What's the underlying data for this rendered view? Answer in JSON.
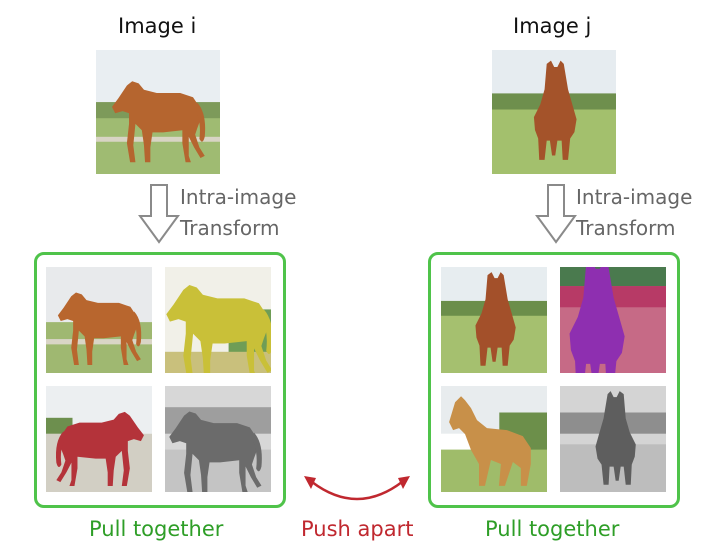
{
  "left": {
    "title": "Image i",
    "transform_line1": "Intra-image",
    "transform_line2": "Transform",
    "caption": "Pull together"
  },
  "right": {
    "title": "Image j",
    "transform_line1": "Intra-image",
    "transform_line2": "Transform",
    "caption": "Pull together"
  },
  "center": {
    "caption": "Push apart"
  },
  "colors": {
    "pull_green": "#2e9e27",
    "box_green": "#4fc34a",
    "push_red": "#c0282f",
    "transform_gray": "#666666"
  }
}
